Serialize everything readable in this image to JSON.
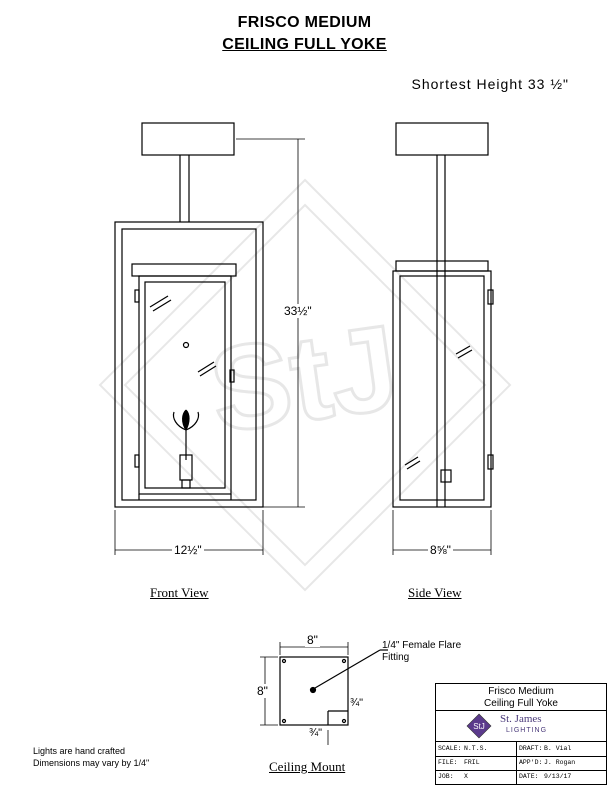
{
  "header": {
    "title_line1": "FRISCO MEDIUM",
    "title_line2": "CEILING FULL YOKE",
    "shortest_height": "Shortest Height 33 ½\""
  },
  "watermark": {
    "text": "StJ"
  },
  "front_view": {
    "label": "Front View",
    "height_dim": "33½\"",
    "width_dim": "12½\""
  },
  "side_view": {
    "label": "Side View",
    "width_dim": "8⅝\""
  },
  "ceiling_mount": {
    "label": "Ceiling Mount",
    "width_dim": "8\"",
    "height_dim": "8\"",
    "fitting_label_line1": "1/4\" Female Flare",
    "fitting_label_line2": "Fitting",
    "offset_x_dim": "¾\"",
    "offset_y_dim": "¾\""
  },
  "notes": {
    "line1": "Lights are hand crafted",
    "line2": "Dimensions may vary by 1/4\""
  },
  "title_block": {
    "name_line1": "Frisco Medium",
    "name_line2": "Ceiling Full Yoke",
    "company_line1": "St. James",
    "company_line2": "LIGHTING",
    "logo_text": "StJ",
    "scale_label": "SCALE:",
    "scale_value": "N.T.S.",
    "draft_label": "DRAFT:",
    "draft_value": "B. Vial",
    "file_label": "FILE:",
    "file_value": "FRIL",
    "appd_label": "APP'D:",
    "appd_value": "J. Rogan",
    "job_label": "JOB:",
    "job_value": "X",
    "date_label": "DATE:",
    "date_value": "9/13/17"
  }
}
